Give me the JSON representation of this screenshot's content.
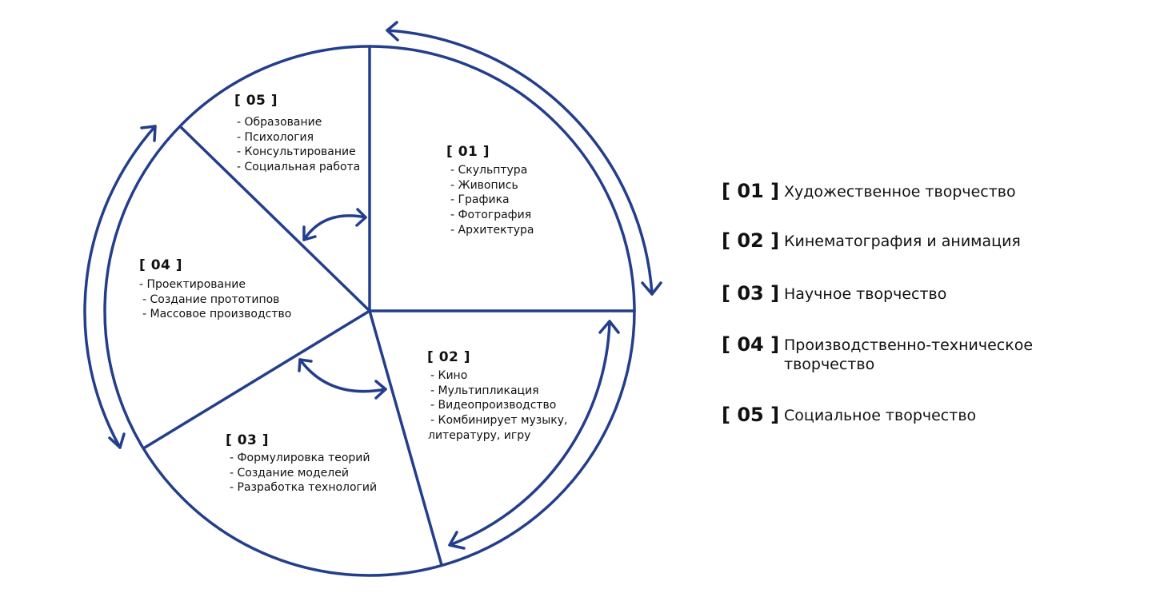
{
  "colors": {
    "stroke": "#233e8b",
    "text": "#111111",
    "background": "#ffffff"
  },
  "sectors": [
    {
      "label": "[ 01 ]",
      "items": [
        "- Скульптура",
        "- Живопись",
        "- Графика",
        "- Фотография",
        "- Архитектура"
      ]
    },
    {
      "label": "[ 02 ]",
      "items": [
        "- Кино",
        "- Мультипликация",
        "- Видеопроизводство",
        "- Комбинирует музыку,",
        "литературу, игру"
      ]
    },
    {
      "label": "[ 03 ]",
      "items": [
        "- Формулировка теорий",
        "- Создание моделей",
        "- Разработка технологий"
      ]
    },
    {
      "label": "[ 04 ]",
      "items": [
        "- Проектирование",
        "- Создание прототипов",
        "- Массовое производство"
      ]
    },
    {
      "label": "[ 05 ]",
      "items": [
        "- Образование",
        "- Психология",
        "- Консультирование",
        "- Социальная работа"
      ]
    }
  ],
  "legend": [
    {
      "num": "[ 01 ]",
      "text": "Художественное творчество"
    },
    {
      "num": "[ 02 ]",
      "text": "Кинематография и анимация"
    },
    {
      "num": "[ 03 ]",
      "text": "Научное творчество"
    },
    {
      "num": "[ 04 ]",
      "text": "Производственно-техническое творчество"
    },
    {
      "num": "[ 05 ]",
      "text": "Социальное творчество"
    }
  ]
}
